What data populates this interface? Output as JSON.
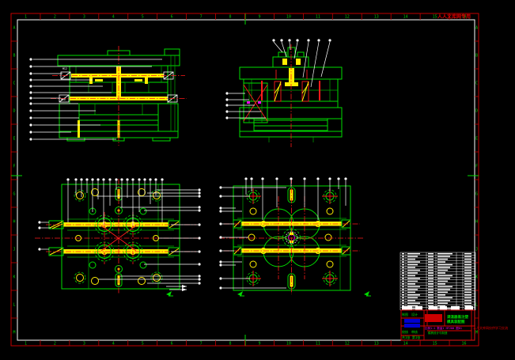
{
  "drawing": {
    "description": "injection mold assembly CAD drawing, black background, four orthographic/section views",
    "background": "#000000"
  },
  "frame": {
    "zone_numbers": [
      "1",
      "2",
      "3",
      "4",
      "5",
      "6",
      "7",
      "8",
      "9",
      "10",
      "11",
      "12",
      "13",
      "14",
      "15",
      "16"
    ],
    "zone_letters": [
      "A",
      "B",
      "C",
      "D",
      "E",
      "F",
      "G",
      "H",
      "J",
      "K",
      "L",
      "M"
    ],
    "zone_label_color": "#00c800",
    "border_color": "#c40000",
    "inner_border_color": "#ffffff"
  },
  "watermarks": {
    "top_right": "人人文库网专用",
    "title_block_row": "人人文库网仅供学习交流"
  },
  "views": {
    "notes": {
      "v1_note_a": "M12",
      "v1_note_b": "M10"
    }
  },
  "bom_table": {
    "rows": 21,
    "columns": 5
  },
  "title_block": {
    "left_fields": [
      "制图",
      "设计",
      "校核",
      "审核"
    ],
    "title_line1": "调温器盖注塑",
    "title_line2": "模具装配图",
    "info_row": "比例1:1 数量1 HT200 图01",
    "note_row": "模具设计与制造",
    "bottom_row": "共1张 第1张"
  }
}
